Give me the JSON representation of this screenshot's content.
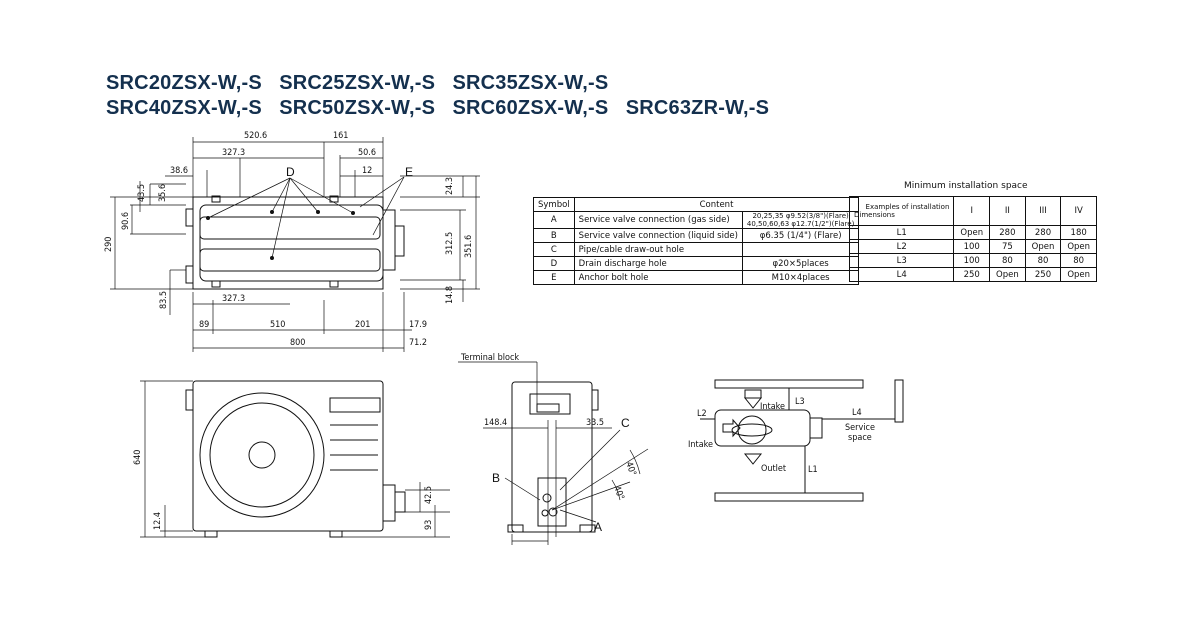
{
  "titles": {
    "line1": "SRC20ZSX-W,-S   SRC25ZSX-W,-S   SRC35ZSX-W,-S",
    "line2": "SRC40ZSX-W,-S   SRC50ZSX-W,-S   SRC60ZSX-W,-S   SRC63ZR-W,-S"
  },
  "top_view": {
    "dims_top": [
      "520.6",
      "161",
      "327.3",
      "50.6",
      "38.6",
      "12",
      "24.3"
    ],
    "dims_left": [
      "43.5",
      "35.6",
      "90.6",
      "290",
      "83.5"
    ],
    "dims_bottom": [
      "327.3",
      "89",
      "510",
      "201",
      "17.9",
      "800",
      "71.2"
    ],
    "dims_right": [
      "312.5",
      "351.6",
      "14.8"
    ],
    "callouts": [
      "D",
      "E"
    ]
  },
  "front_view": {
    "dims": [
      "640",
      "12.4",
      "42.5",
      "93"
    ]
  },
  "side_view": {
    "terminal_label": "Terminal block",
    "dims": [
      "148.4",
      "33.5",
      "40°",
      "40°"
    ],
    "callouts": [
      "B",
      "C",
      "A"
    ]
  },
  "install_view": {
    "labels": [
      "Intake",
      "Intake",
      "Outlet",
      "L1",
      "L2",
      "L3",
      "L4",
      "Service",
      "space"
    ]
  },
  "symbol_table": {
    "headers": [
      "Symbol",
      "Content"
    ],
    "rows": [
      {
        "symbol": "A",
        "content": "Service valve connection (gas side)",
        "spec1": "20,25,35 φ9.52(3/8\")(Flare)",
        "spec2": "40,50,60,63 φ12.7(1/2\")(Flare)"
      },
      {
        "symbol": "B",
        "content": "Service valve connection (liquid side)",
        "spec1": "φ6.35 (1/4\")  (Flare)"
      },
      {
        "symbol": "C",
        "content": "Pipe/cable draw-out hole",
        "spec1": ""
      },
      {
        "symbol": "D",
        "content": "Drain discharge hole",
        "spec1": "φ20×5places"
      },
      {
        "symbol": "E",
        "content": "Anchor bolt hole",
        "spec1": "M10×4places"
      }
    ]
  },
  "space_table": {
    "title": "Minimum installation space",
    "corner_top": "Examples of installation",
    "corner_bottom": "Dimensions",
    "columns": [
      "I",
      "II",
      "III",
      "IV"
    ],
    "rows": [
      {
        "label": "L1",
        "values": [
          "Open",
          "280",
          "280",
          "180"
        ]
      },
      {
        "label": "L2",
        "values": [
          "100",
          "75",
          "Open",
          "Open"
        ]
      },
      {
        "label": "L3",
        "values": [
          "100",
          "80",
          "80",
          "80"
        ]
      },
      {
        "label": "L4",
        "values": [
          "250",
          "Open",
          "250",
          "Open"
        ]
      }
    ]
  }
}
